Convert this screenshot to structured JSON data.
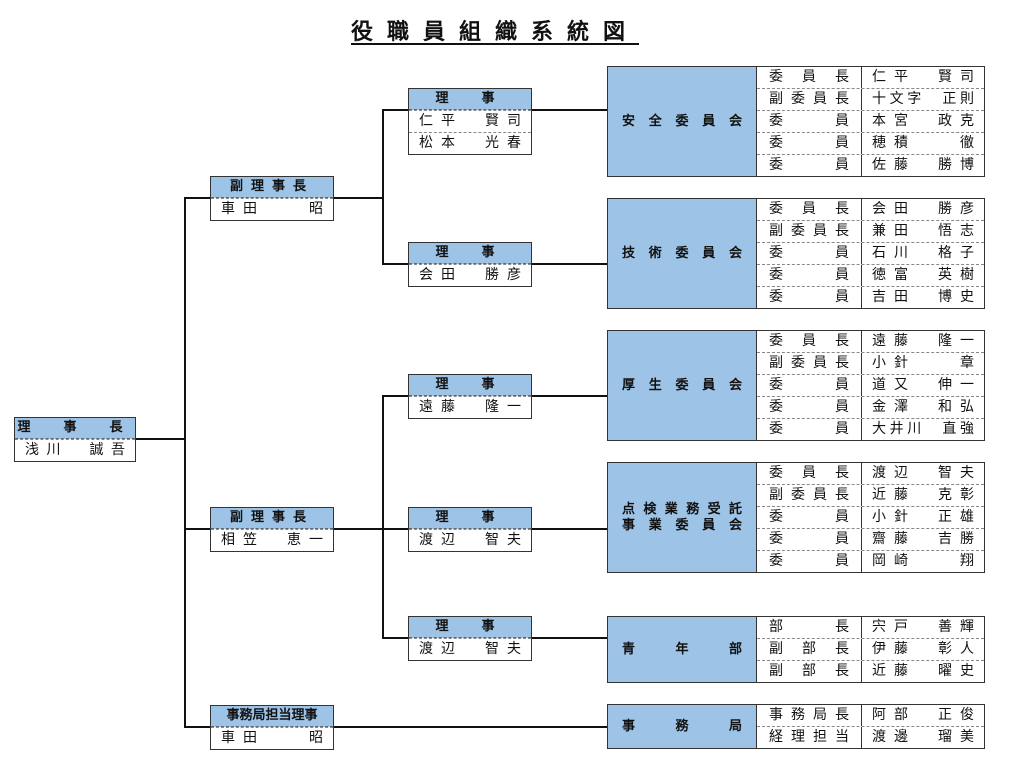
{
  "title": "役職員組織系統図",
  "colors": {
    "header_fill": "#9dc3e6",
    "line": "#111111",
    "border": "#333333"
  },
  "chairman": {
    "role": "理　事　長",
    "name": "浅川　誠吾"
  },
  "vice_chairmen": [
    {
      "role": "副理事長",
      "name": "車田　　昭",
      "directors": [
        {
          "role": "理　事",
          "names": [
            "仁平　賢司",
            "松本　光春"
          ],
          "unit": {
            "name": "安全委員会",
            "members": [
              {
                "role": "委員長",
                "name": "仁平　賢司"
              },
              {
                "role": "副委員長",
                "name": "十文字　正則"
              },
              {
                "role": "委員",
                "name": "本宮　政克"
              },
              {
                "role": "委員",
                "name": "穂積　　徹"
              },
              {
                "role": "委員",
                "name": "佐藤　勝博"
              }
            ]
          }
        },
        {
          "role": "理　事",
          "names": [
            "会田　勝彦"
          ],
          "unit": {
            "name": "技術委員会",
            "members": [
              {
                "role": "委員長",
                "name": "会田　勝彦"
              },
              {
                "role": "副委員長",
                "name": "兼田　悟志"
              },
              {
                "role": "委員",
                "name": "石川　格子"
              },
              {
                "role": "委員",
                "name": "徳富　英樹"
              },
              {
                "role": "委員",
                "name": "吉田　博史"
              }
            ]
          }
        }
      ]
    },
    {
      "role": "副理事長",
      "name": "相笠　恵一",
      "directors": [
        {
          "role": "理　事",
          "names": [
            "遠藤　隆一"
          ],
          "unit": {
            "name": "厚生委員会",
            "members": [
              {
                "role": "委員長",
                "name": "遠藤　隆一"
              },
              {
                "role": "副委員長",
                "name": "小針　　章"
              },
              {
                "role": "委員",
                "name": "道又　伸一"
              },
              {
                "role": "委員",
                "name": "金澤　和弘"
              },
              {
                "role": "委員",
                "name": "大井川　直強"
              }
            ]
          }
        },
        {
          "role": "理　事",
          "names": [
            "渡辺　智夫"
          ],
          "unit": {
            "name_lines": [
              "点検業務受託",
              "事業委員会"
            ],
            "members": [
              {
                "role": "委員長",
                "name": "渡辺　智夫"
              },
              {
                "role": "副委員長",
                "name": "近藤　克彰"
              },
              {
                "role": "委員",
                "name": "小針　正雄"
              },
              {
                "role": "委員",
                "name": "齋藤　吉勝"
              },
              {
                "role": "委員",
                "name": "岡崎　　翔"
              }
            ]
          }
        },
        {
          "role": "理　事",
          "names": [
            "渡辺　智夫"
          ],
          "unit": {
            "name": "青年部",
            "members": [
              {
                "role": "部長",
                "name": "宍戸　善輝"
              },
              {
                "role": "副部長",
                "name": "伊藤　彰人"
              },
              {
                "role": "副部長",
                "name": "近藤　曜史"
              }
            ]
          }
        }
      ]
    }
  ],
  "office_director": {
    "role": "事務局担当理事",
    "name": "車田　　昭",
    "unit": {
      "name": "事務局",
      "members": [
        {
          "role": "事務局長",
          "name": "阿部　正俊"
        },
        {
          "role": "経理担当",
          "name": "渡邊　瑠美"
        }
      ]
    }
  }
}
